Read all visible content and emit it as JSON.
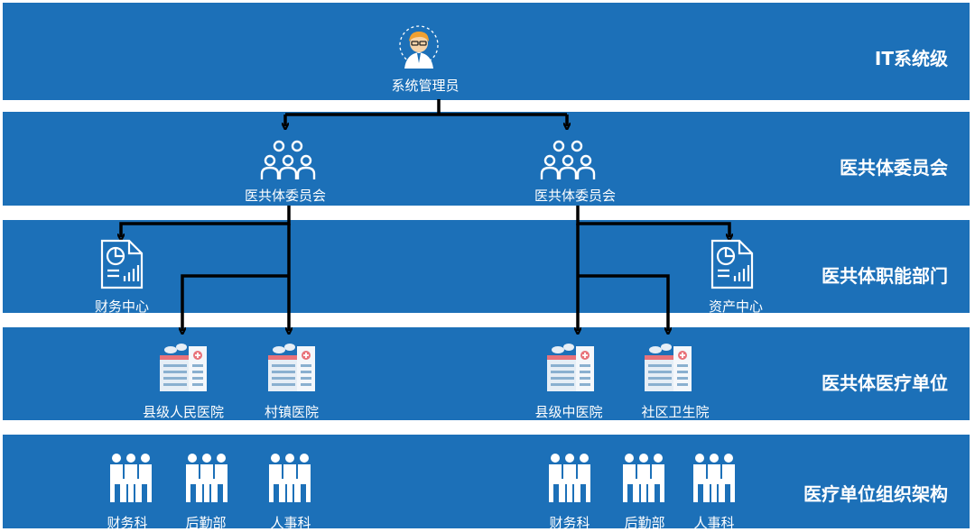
{
  "levels": {
    "it": "IT系统级",
    "committee": "医共体委员会",
    "dept": "医共体职能部门",
    "unit": "医共体医疗单位",
    "org": "医疗单位组织架构"
  },
  "nodes": {
    "admin": "系统管理员",
    "committee_left": "医共体委员会",
    "committee_right": "医共体委员会",
    "finance_center": "财务中心",
    "asset_center": "资产中心",
    "county_people_hospital": "县级人民医院",
    "village_hospital": "村镇医院",
    "county_tcm_hospital": "县级中医院",
    "community_health": "社区卫生院"
  },
  "org_units_left": [
    "财务科",
    "后勤部",
    "人事科"
  ],
  "org_units_right": [
    "财务科",
    "后勤部",
    "人事科"
  ],
  "colors": {
    "band": "#1c70b8",
    "arrow": "#000000",
    "icon": "#ffffff",
    "hospital_accent": "#e8727a"
  }
}
